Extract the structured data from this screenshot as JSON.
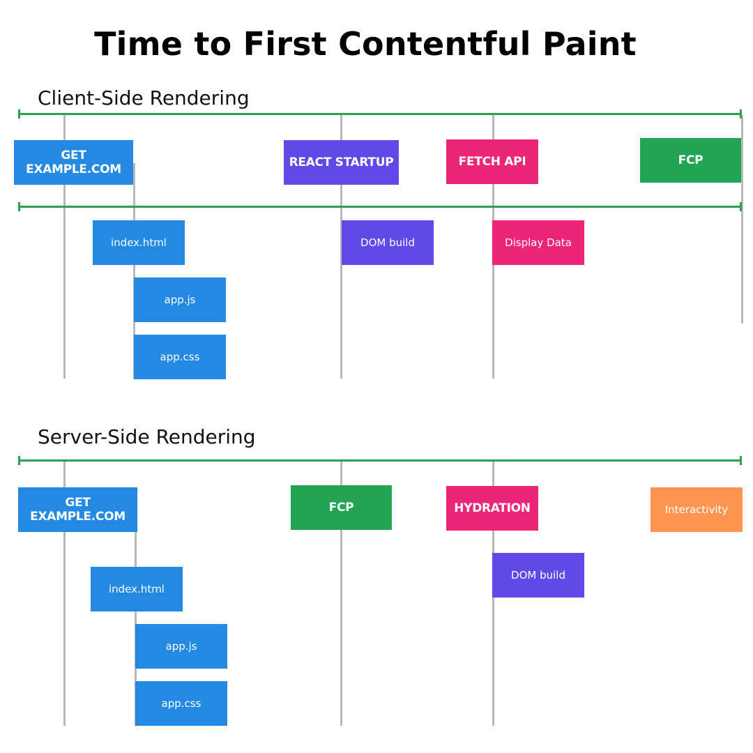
{
  "title": "Time to First Contentful Paint",
  "colors": {
    "timeline": "#2e9e4f",
    "gridline": "#b8b8b8",
    "blue": "#2389e3",
    "purple": "#6149e8",
    "pink": "#eb2677",
    "green": "#22a455",
    "orange": "#fd9550"
  },
  "csr": {
    "label": "Client-Side Rendering",
    "get_example": "GET EXAMPLE.COM",
    "react_startup": "REACT STARTUP",
    "fetch_api": "FETCH API",
    "fcp": "FCP",
    "index_html": "index.html",
    "dom_build": "DOM build",
    "display_data": "Display Data",
    "app_js": "app.js",
    "app_css": "app.css"
  },
  "ssr": {
    "label": "Server-Side Rendering",
    "get_example": "GET EXAMPLE.COM",
    "fcp": "FCP",
    "hydration": "HYDRATION",
    "interactivity": "Interactivity",
    "index_html": "index.html",
    "dom_build": "DOM build",
    "app_js": "app.js",
    "app_css": "app.css"
  }
}
